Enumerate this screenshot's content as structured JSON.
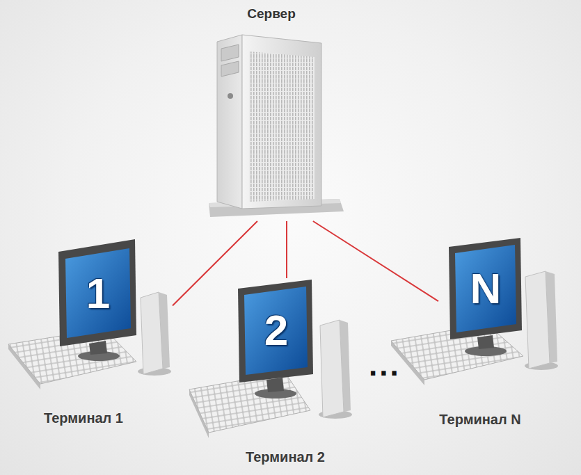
{
  "diagram": {
    "nodes": [
      {
        "text": [
          "Сервер"
        ]
      },
      {
        "text": [
          "1",
          "Терминал 1"
        ]
      },
      {
        "text": [
          "2",
          "Терминал 2"
        ]
      },
      {
        "text": [
          "N",
          "Терминал N"
        ]
      }
    ],
    "edges": [
      {
        "from": 0,
        "to": 1,
        "arrow": "none"
      },
      {
        "from": 0,
        "to": 2,
        "arrow": "none"
      },
      {
        "from": 0,
        "to": 3,
        "arrow": "none"
      }
    ],
    "labels": [
      "..."
    ]
  }
}
